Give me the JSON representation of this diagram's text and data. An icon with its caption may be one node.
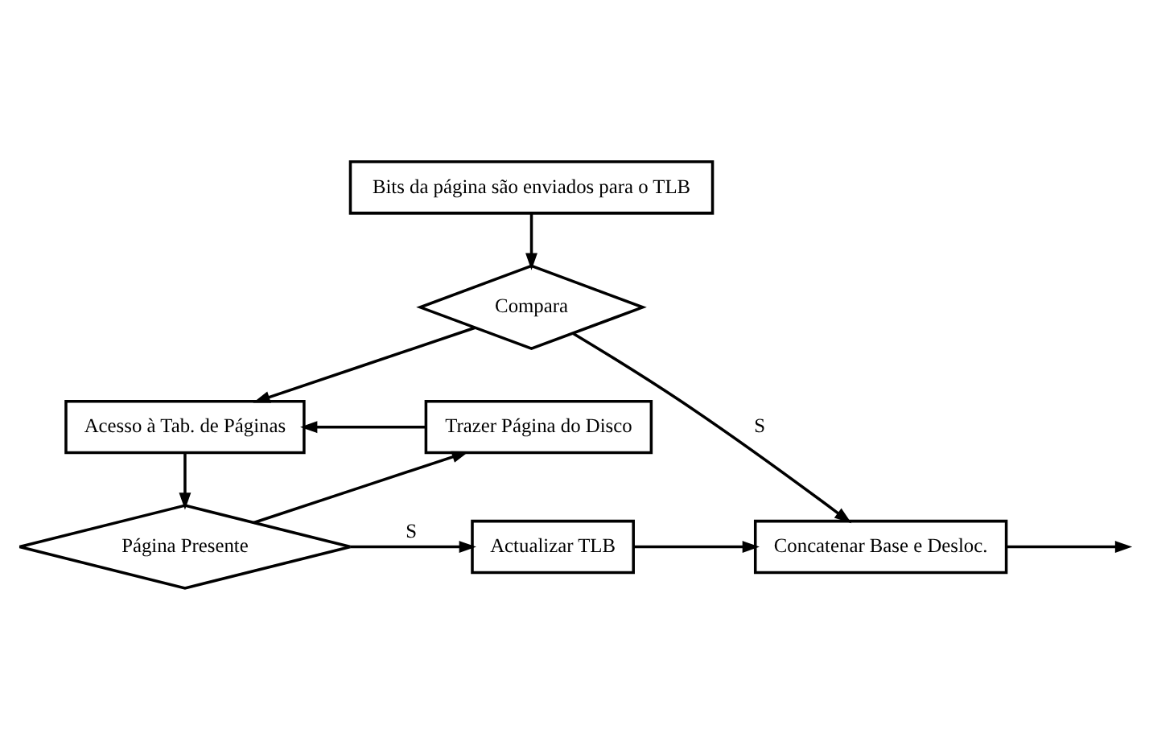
{
  "diagram": {
    "nodes": [
      {
        "text": [
          "Bits da página são enviados para o TLB"
        ]
      },
      {
        "text": [
          "Compara"
        ]
      },
      {
        "text": [
          "Trazer Página do Disco"
        ]
      },
      {
        "text": [
          "Acesso à Tab. de Páginas"
        ]
      },
      {
        "text": [
          "Página Presente"
        ]
      },
      {
        "text": [
          "Actualizar TLB"
        ]
      },
      {
        "text": [
          "Concatenar Base e Desloc."
        ]
      }
    ],
    "edges": [
      {
        "from": 0,
        "to": 1,
        "arrow": "to"
      },
      {
        "from": 1,
        "to": 3,
        "arrow": "to"
      },
      {
        "from": 2,
        "to": 3,
        "arrow": "to"
      },
      {
        "from": 1,
        "to": 6,
        "arrow": "to",
        "label": "S"
      },
      {
        "from": 3,
        "to": 4,
        "arrow": "to"
      },
      {
        "from": 4,
        "to": 5,
        "arrow": "to",
        "label": "S"
      },
      {
        "from": 5,
        "to": 6,
        "arrow": "to"
      },
      {
        "from": 4,
        "to": 2,
        "arrow": "to"
      },
      {
        "from": 6,
        "to": null,
        "arrow": "to"
      }
    ]
  }
}
